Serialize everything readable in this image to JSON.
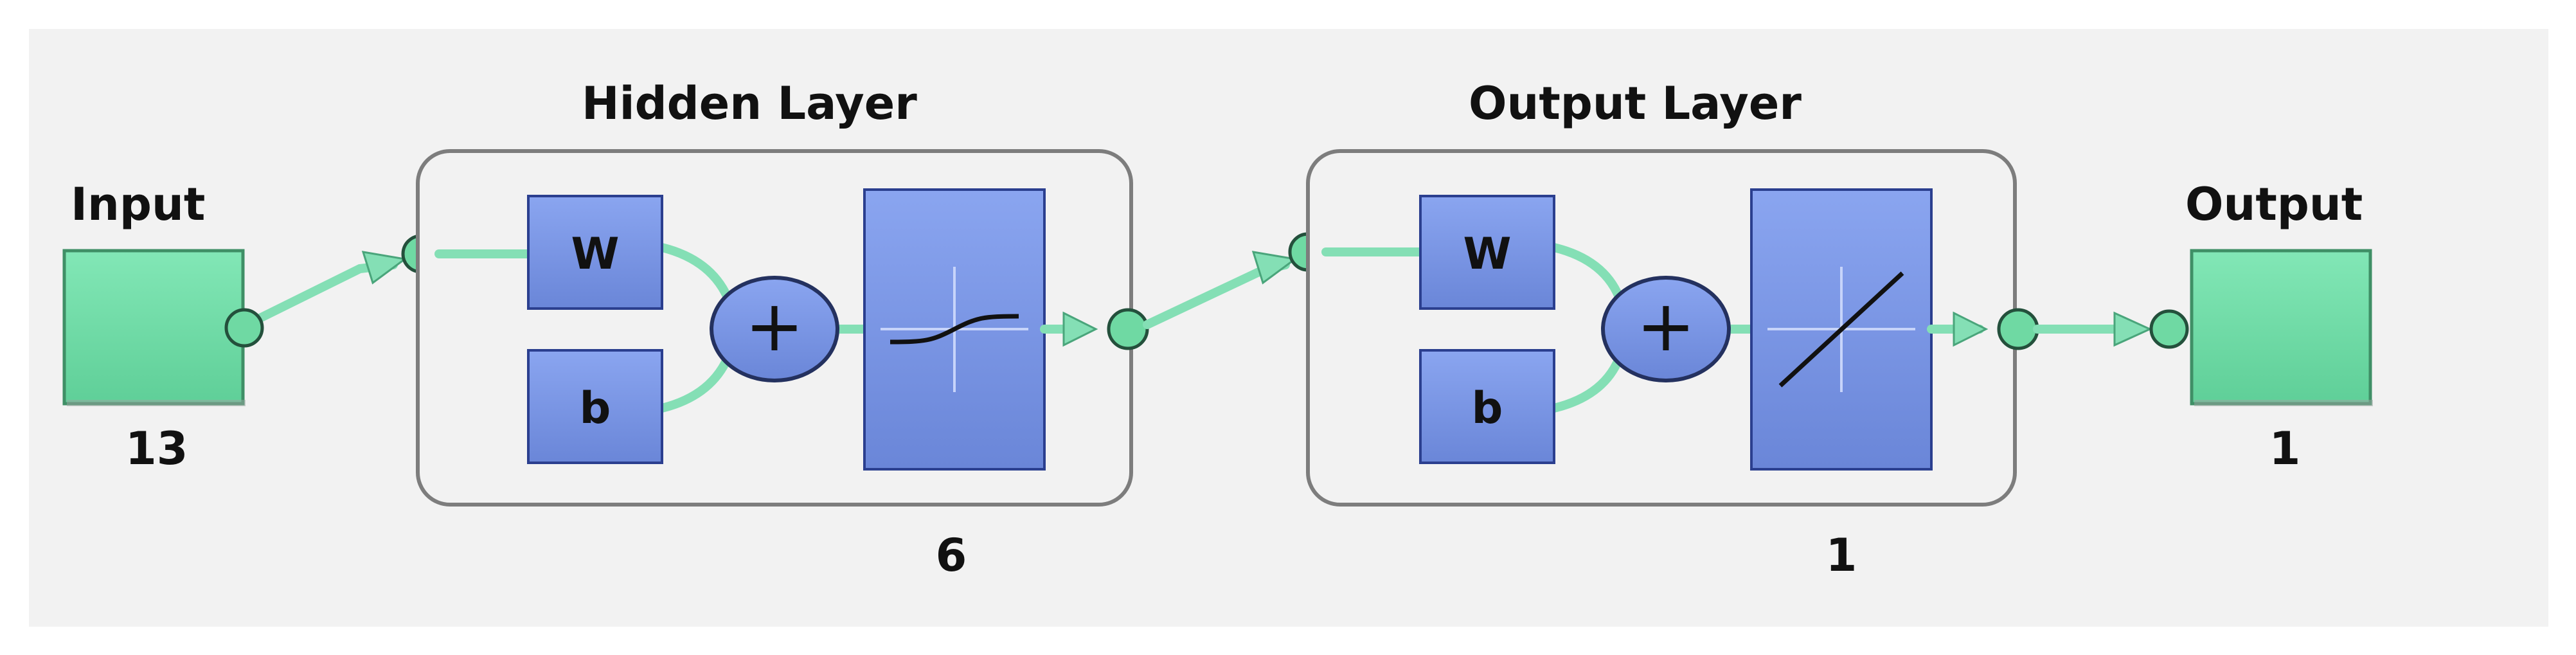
{
  "input": {
    "label": "Input",
    "size": "13"
  },
  "hidden_layer": {
    "title": "Hidden Layer",
    "weight": "W",
    "bias": "b",
    "sum": "+",
    "size": "6"
  },
  "output_layer": {
    "title": "Output Layer",
    "weight": "W",
    "bias": "b",
    "sum": "+",
    "size": "1"
  },
  "output": {
    "label": "Output",
    "size": "1"
  },
  "colors": {
    "background": "#f2f2f2",
    "block_blue": "#7b97e6",
    "io_green": "#73dfaa",
    "connection_green": "#84dfb5"
  },
  "icons": {
    "hidden_transfer": "sigmoid-transfer-icon",
    "output_transfer": "linear-transfer-icon"
  }
}
